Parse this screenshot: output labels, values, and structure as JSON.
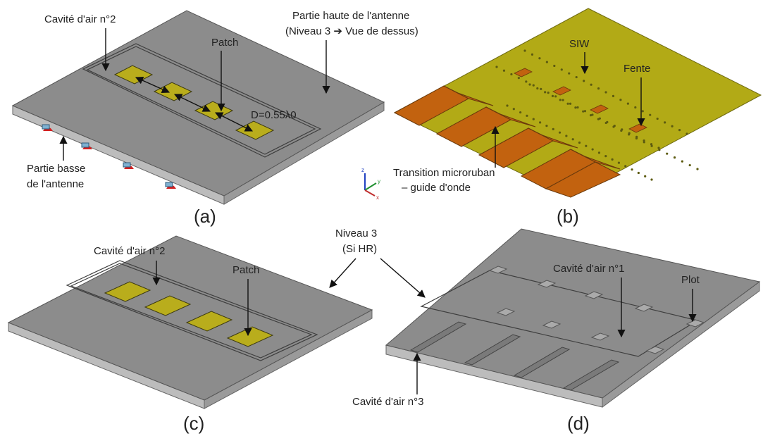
{
  "panels": {
    "a": {
      "caption": "(a)",
      "labels": {
        "cavity2": "Cavité d'air n°2",
        "top_part_line1": "Partie haute de l'antenne",
        "top_part_line2": "(Niveau 3 ➔ Vue de dessus)",
        "patch": "Patch",
        "spacing": "D=0.55λ0",
        "bottom_part_line1": "Partie basse",
        "bottom_part_line2": "de l'antenne"
      }
    },
    "b": {
      "caption": "(b)",
      "labels": {
        "siw": "SIW",
        "slot": "Fente",
        "transition_line1": "Transition microruban",
        "transition_line2": "– guide d'onde"
      },
      "axes": {
        "z": "z",
        "y": "y",
        "x": "x"
      }
    },
    "c": {
      "caption": "(c)",
      "labels": {
        "cavity2": "Cavité d'air n°2",
        "patch": "Patch",
        "level3_line1": "Niveau 3",
        "level3_line2": "(Si HR)"
      }
    },
    "d": {
      "caption": "(d)",
      "labels": {
        "cavity1": "Cavité d'air n°1",
        "plot": "Plot",
        "cavity3": "Cavité d'air n°3"
      }
    }
  },
  "colors": {
    "silicon": "#8c8c8c",
    "patch": "#b9ad1c",
    "substrate": "#b2aa16",
    "copper": "#c2620f"
  }
}
